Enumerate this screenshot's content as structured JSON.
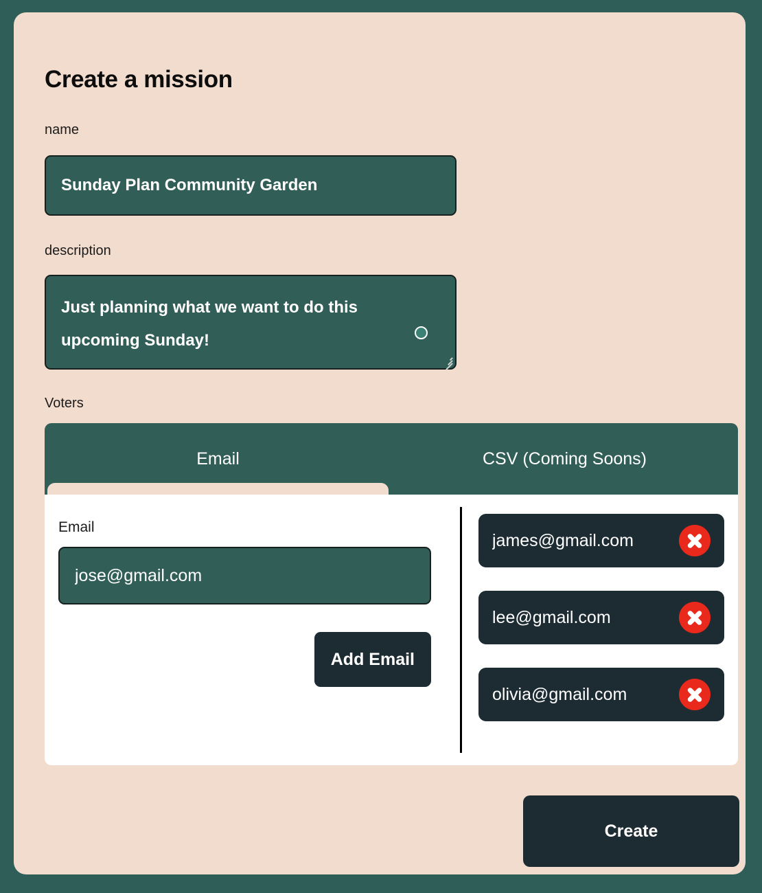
{
  "theme": {
    "page_background": "#2f5d58",
    "card_background": "#f2dccd",
    "input_fill": "#325e58",
    "dark_button": "#1d2b33",
    "danger": "#e8291c",
    "panel_background": "#ffffff"
  },
  "card": {
    "title": "Create a mission"
  },
  "form": {
    "name": {
      "label": "name",
      "value": "Sunday Plan Community Garden",
      "placeholder": "name"
    },
    "description": {
      "label": "description",
      "value": "Just planning what we want to do this upcoming Sunday!",
      "placeholder": "description"
    }
  },
  "voters": {
    "label": "Voters",
    "tabs": [
      {
        "label": "Email",
        "active": true
      },
      {
        "label": "CSV (Coming Soons)",
        "active": false
      }
    ],
    "email_form": {
      "label": "Email",
      "value": "jose@gmail.com",
      "placeholder": "Email",
      "add_button": "Add Email"
    },
    "list": [
      {
        "email": "james@gmail.com",
        "remove_icon": "close-circle-icon"
      },
      {
        "email": "lee@gmail.com",
        "remove_icon": "close-circle-icon"
      },
      {
        "email": "olivia@gmail.com",
        "remove_icon": "close-circle-icon"
      }
    ]
  },
  "actions": {
    "create": "Create"
  }
}
